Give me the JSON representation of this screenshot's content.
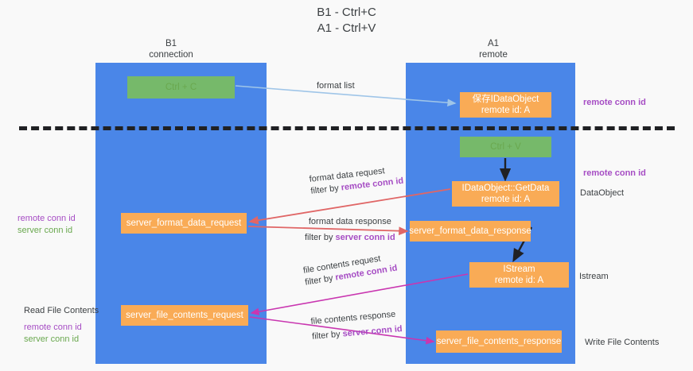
{
  "title": {
    "line1": "B1 - Ctrl+C",
    "line2": "A1 - Ctrl+V"
  },
  "columns": [
    {
      "name": "B1",
      "role": "connection"
    },
    {
      "name": "A1",
      "role": "remote"
    }
  ],
  "nodes": {
    "ctrl_c": {
      "label": "Ctrl + C",
      "color": "#76b96a"
    },
    "save_dataobject": {
      "line1": "保存IDataObject",
      "line2": "remote id: A",
      "color": "#f9ab56"
    },
    "ctrl_v": {
      "label": "Ctrl + V",
      "color": "#76b96a"
    },
    "getdata": {
      "line1": "IDataObject::GetData",
      "line2": "remote id: A",
      "color": "#f9ab56"
    },
    "server_format_data_request": {
      "label": "server_format_data_request",
      "color": "#f9ab56"
    },
    "server_format_data_response": {
      "label": "server_format_data_response",
      "color": "#f9ab56"
    },
    "istream": {
      "line1": "IStream",
      "line2": "remote id: A",
      "color": "#f9ab56"
    },
    "server_file_contents_request": {
      "label": "server_file_contents_request",
      "color": "#f9ab56"
    },
    "server_file_contents_response": {
      "label": "server_file_contents_response",
      "color": "#f9ab56"
    }
  },
  "edges": {
    "format_list": {
      "label": "format list",
      "color": "#9fc5e8"
    },
    "format_data_request": {
      "line1": "format data request",
      "line2_prefix": "filter by ",
      "line2_highlight": "remote conn id",
      "highlight_color": "#a64dc4",
      "color": "#e06666"
    },
    "format_data_response": {
      "line1": "format data response",
      "line2_prefix": "filter by ",
      "line2_highlight": "server conn id",
      "highlight_color": "#a64dc4",
      "color": "#e06666"
    },
    "file_contents_request": {
      "line1": "file contents request",
      "line2_prefix": "filter by ",
      "line2_highlight": "remote conn id",
      "highlight_color": "#a64dc4",
      "color": "#c936b0"
    },
    "file_contents_response": {
      "line1": "file contents response",
      "line2_prefix": "filter by ",
      "line2_highlight": "server conn id",
      "highlight_color": "#a64dc4",
      "color": "#c936b0"
    }
  },
  "annotations": {
    "right_remote_conn_id_top": "remote conn id",
    "right_remote_conn_id_mid": "remote conn id",
    "right_dataobject": "DataObject",
    "right_istream": "Istream",
    "right_write_file_contents": "Write File Contents",
    "left_remote_conn_id_1": "remote conn id",
    "left_server_conn_id_1": "server conn id",
    "left_read_file_contents": "Read File Contents",
    "left_remote_conn_id_2": "remote conn id",
    "left_server_conn_id_2": "server conn id"
  },
  "colors": {
    "lane": "#4a86e8",
    "node_green": "#76b96a",
    "node_orange": "#f9ab56",
    "purple": "#a64dc4",
    "green_text": "#6aa84f",
    "red_arrow": "#e06666",
    "magenta_arrow": "#c936b0",
    "light_blue_arrow": "#9fc5e8",
    "dark_arrow": "#202124",
    "background": "#f9f9f9"
  }
}
